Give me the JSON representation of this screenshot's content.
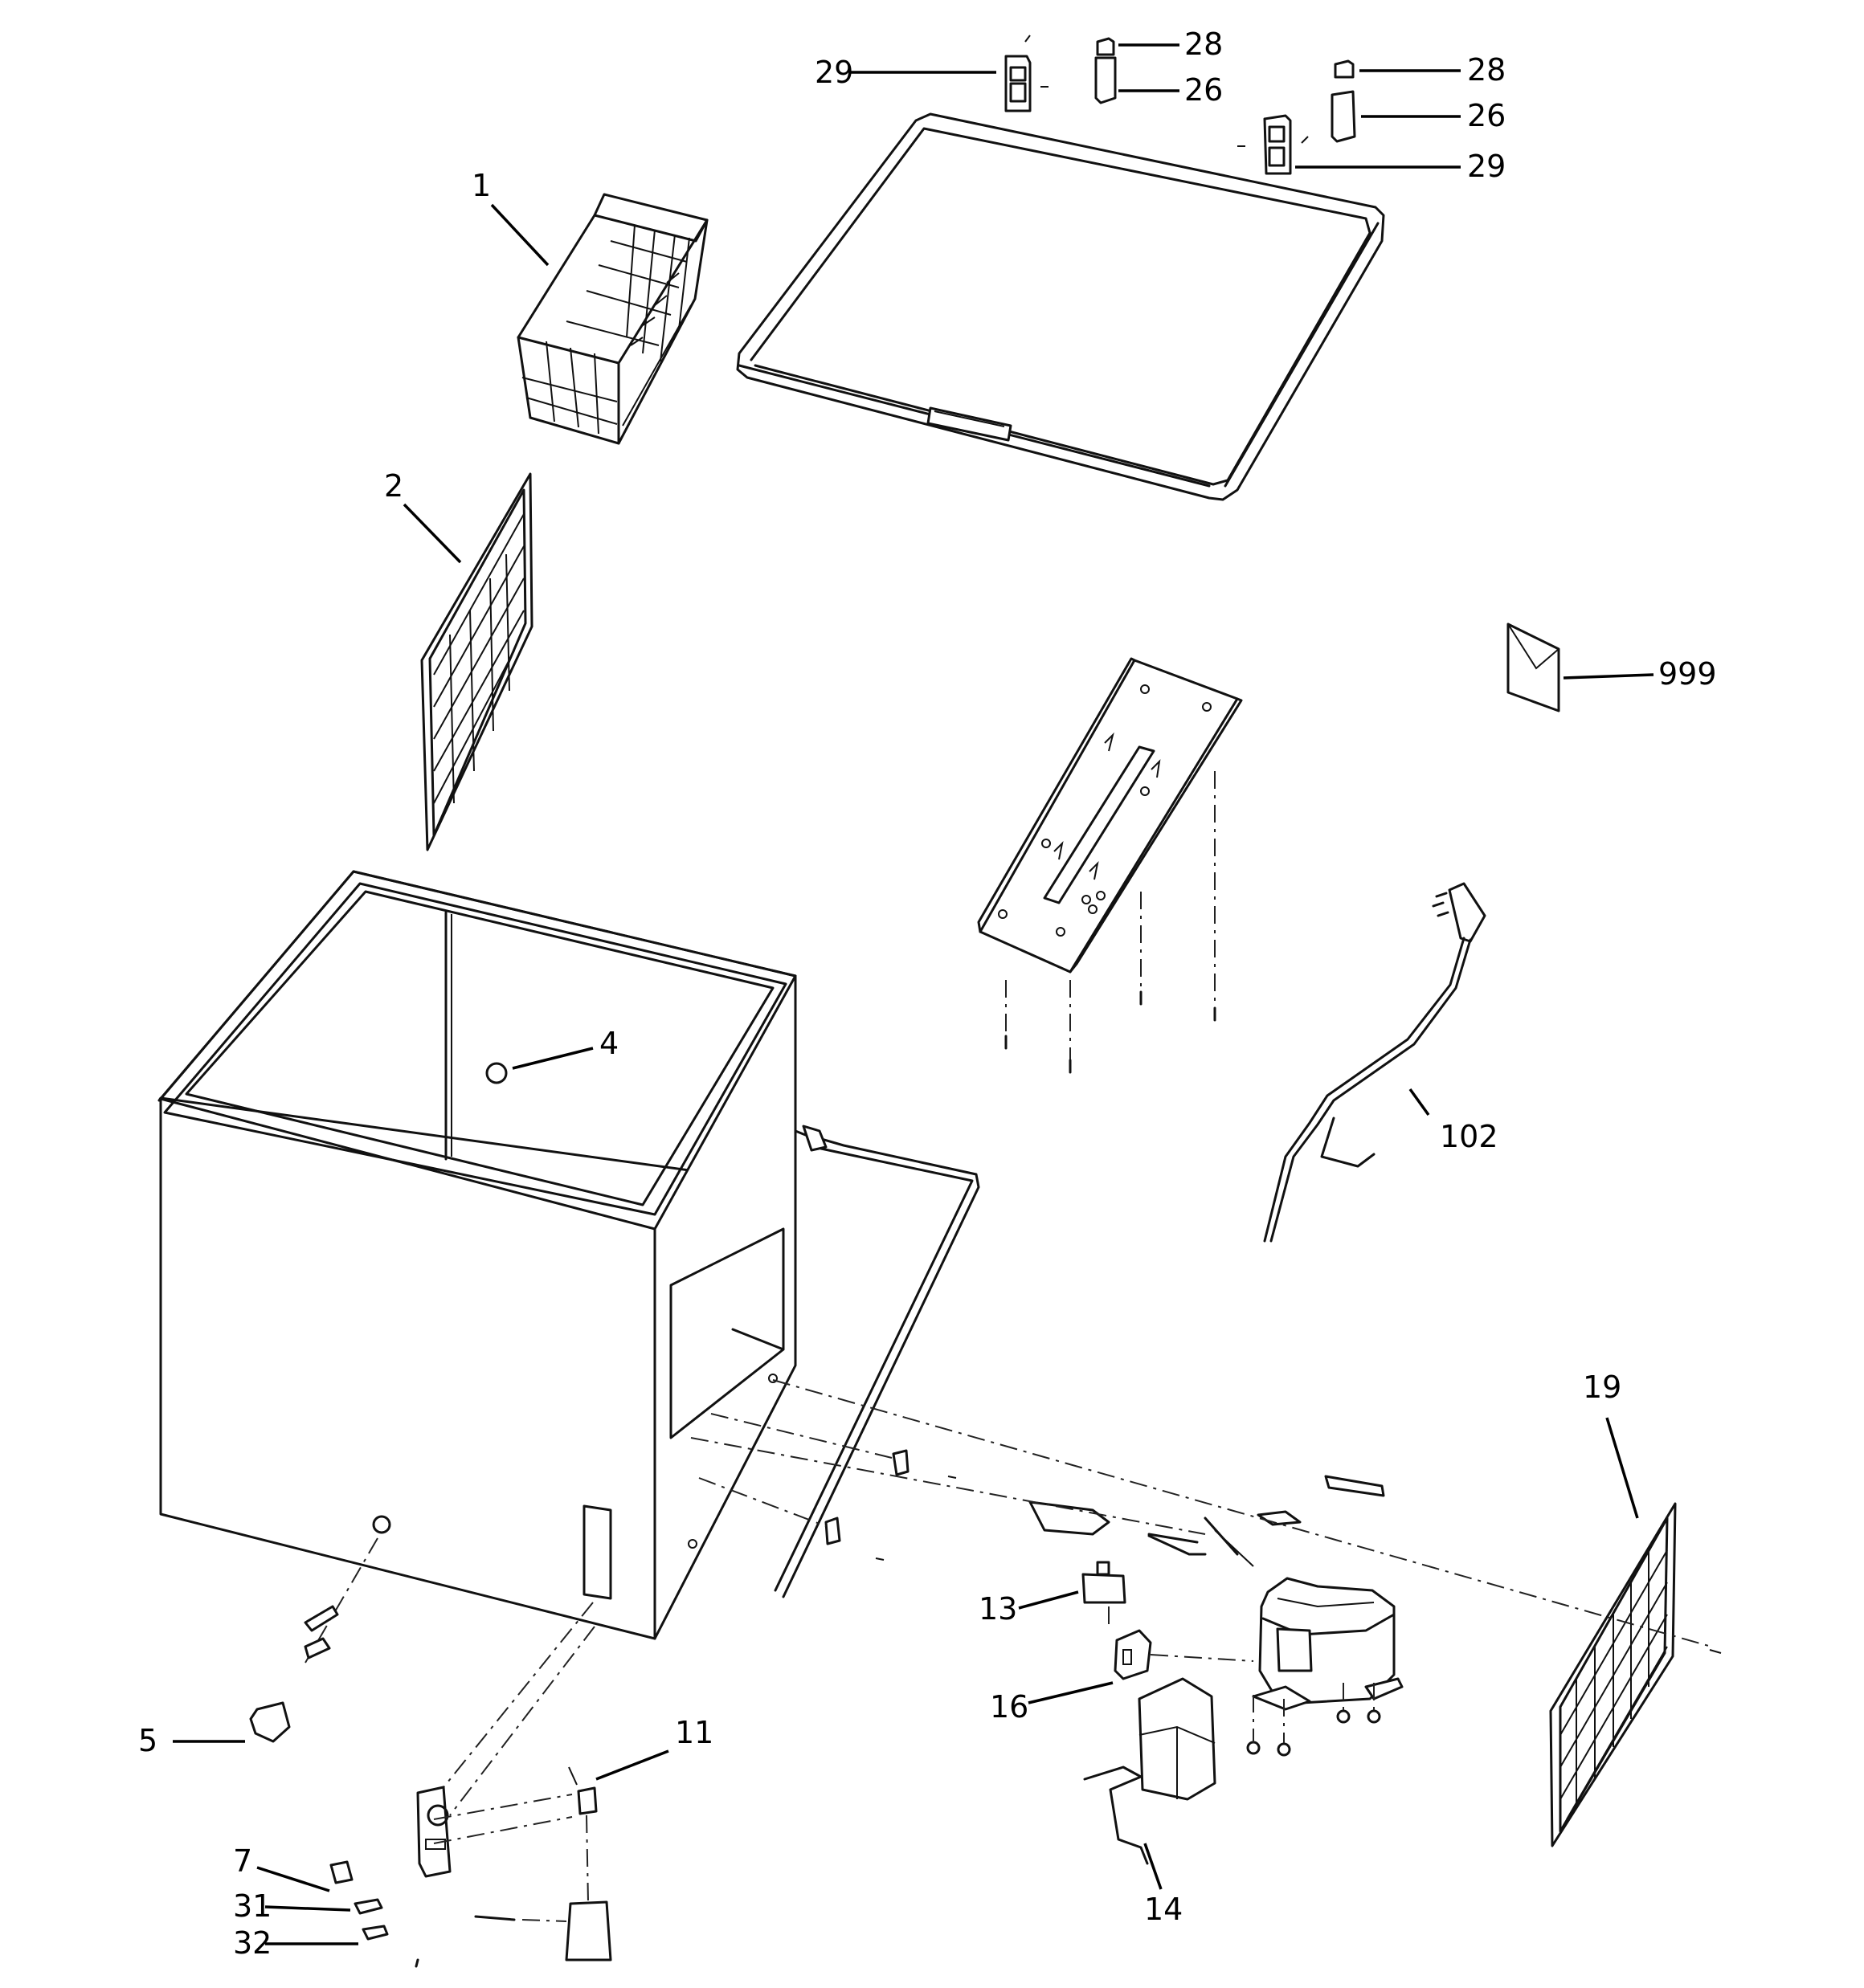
{
  "diagram": {
    "type": "exploded-parts-view",
    "callouts": [
      {
        "id": "c29a",
        "text": "29"
      },
      {
        "id": "c28a",
        "text": "28"
      },
      {
        "id": "c26a",
        "text": "26"
      },
      {
        "id": "c28b",
        "text": "28"
      },
      {
        "id": "c26b",
        "text": "26"
      },
      {
        "id": "c29b",
        "text": "29"
      },
      {
        "id": "c1",
        "text": "1"
      },
      {
        "id": "c2",
        "text": "2"
      },
      {
        "id": "c999",
        "text": "999"
      },
      {
        "id": "c4",
        "text": "4"
      },
      {
        "id": "c102",
        "text": "102"
      },
      {
        "id": "c19",
        "text": "19"
      },
      {
        "id": "c13",
        "text": "13"
      },
      {
        "id": "c16",
        "text": "16"
      },
      {
        "id": "c5",
        "text": "5"
      },
      {
        "id": "c11",
        "text": "11"
      },
      {
        "id": "c7",
        "text": "7"
      },
      {
        "id": "c31",
        "text": "31"
      },
      {
        "id": "c32",
        "text": "32"
      },
      {
        "id": "c14",
        "text": "14"
      }
    ]
  }
}
